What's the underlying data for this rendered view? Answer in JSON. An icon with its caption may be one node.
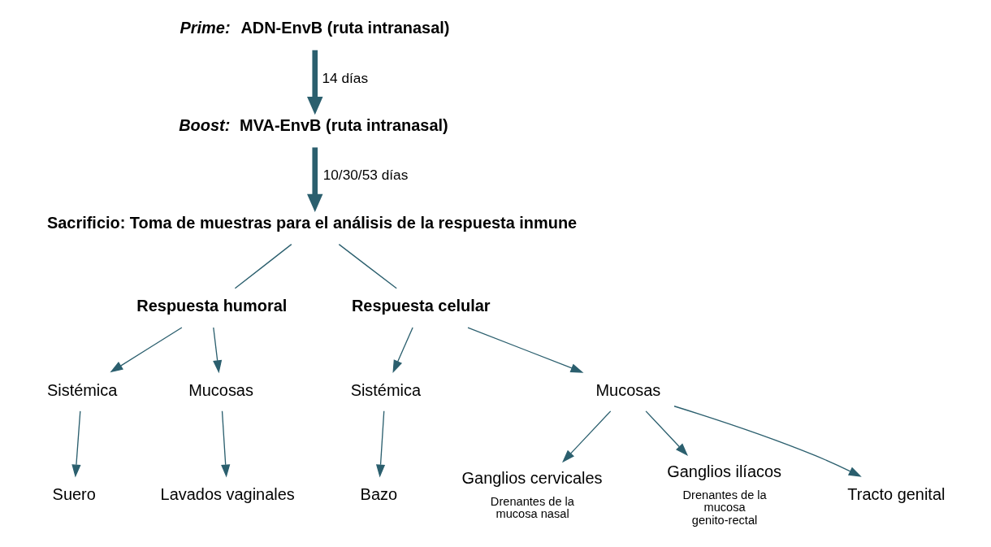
{
  "diagram": {
    "nodes": [
      {
        "text": [
          "*Prime:* ADN-EnvB (ruta intranasal)"
        ]
      },
      {
        "text": [
          "*Boost:* MVA-EnvB (ruta intranasal)"
        ]
      },
      {
        "text": [
          "Sacrificio: Toma de muestras para el análisis de la respuesta inmune"
        ]
      },
      {
        "text": [
          "Respuesta humoral"
        ]
      },
      {
        "text": [
          "Sistémica"
        ]
      },
      {
        "text": [
          "Mucosas"
        ]
      },
      {
        "text": [
          "Suero"
        ]
      },
      {
        "text": [
          "Lavados vaginales"
        ]
      },
      {
        "text": [
          "Respuesta celular"
        ]
      },
      {
        "text": [
          "Sistémica"
        ]
      },
      {
        "text": [
          "Mucosas"
        ]
      },
      {
        "text": [
          "Bazo"
        ]
      },
      {
        "text": [
          "Ganglios cervicales"
        ],
        "beside": [
          "Drenantes de la mucosa nasal"
        ]
      },
      {
        "text": [
          "Ganglios ilíacos"
        ],
        "beside": [
          "Drenantes de la mucosa genito-rectal"
        ]
      },
      {
        "text": [
          "Tracto genital"
        ]
      }
    ],
    "edges": [
      {
        "from": 0,
        "to": 1,
        "arrow": "to",
        "label": "14 días",
        "style": "thick"
      },
      {
        "from": 1,
        "to": 2,
        "arrow": "to",
        "label": "10/30/53 días",
        "style": "thick"
      },
      {
        "from": 2,
        "to": 3,
        "arrow": "none"
      },
      {
        "from": 2,
        "to": 8,
        "arrow": "none"
      },
      {
        "from": 3,
        "to": 4,
        "arrow": "to"
      },
      {
        "from": 3,
        "to": 5,
        "arrow": "to"
      },
      {
        "from": 4,
        "to": 6,
        "arrow": "to"
      },
      {
        "from": 5,
        "to": 7,
        "arrow": "to"
      },
      {
        "from": 8,
        "to": 9,
        "arrow": "to"
      },
      {
        "from": 8,
        "to": 10,
        "arrow": "to"
      },
      {
        "from": 9,
        "to": 11,
        "arrow": "to"
      },
      {
        "from": 10,
        "to": 12,
        "arrow": "to"
      },
      {
        "from": 10,
        "to": 13,
        "arrow": "to"
      },
      {
        "from": 10,
        "to": 14,
        "arrow": "to"
      }
    ]
  }
}
